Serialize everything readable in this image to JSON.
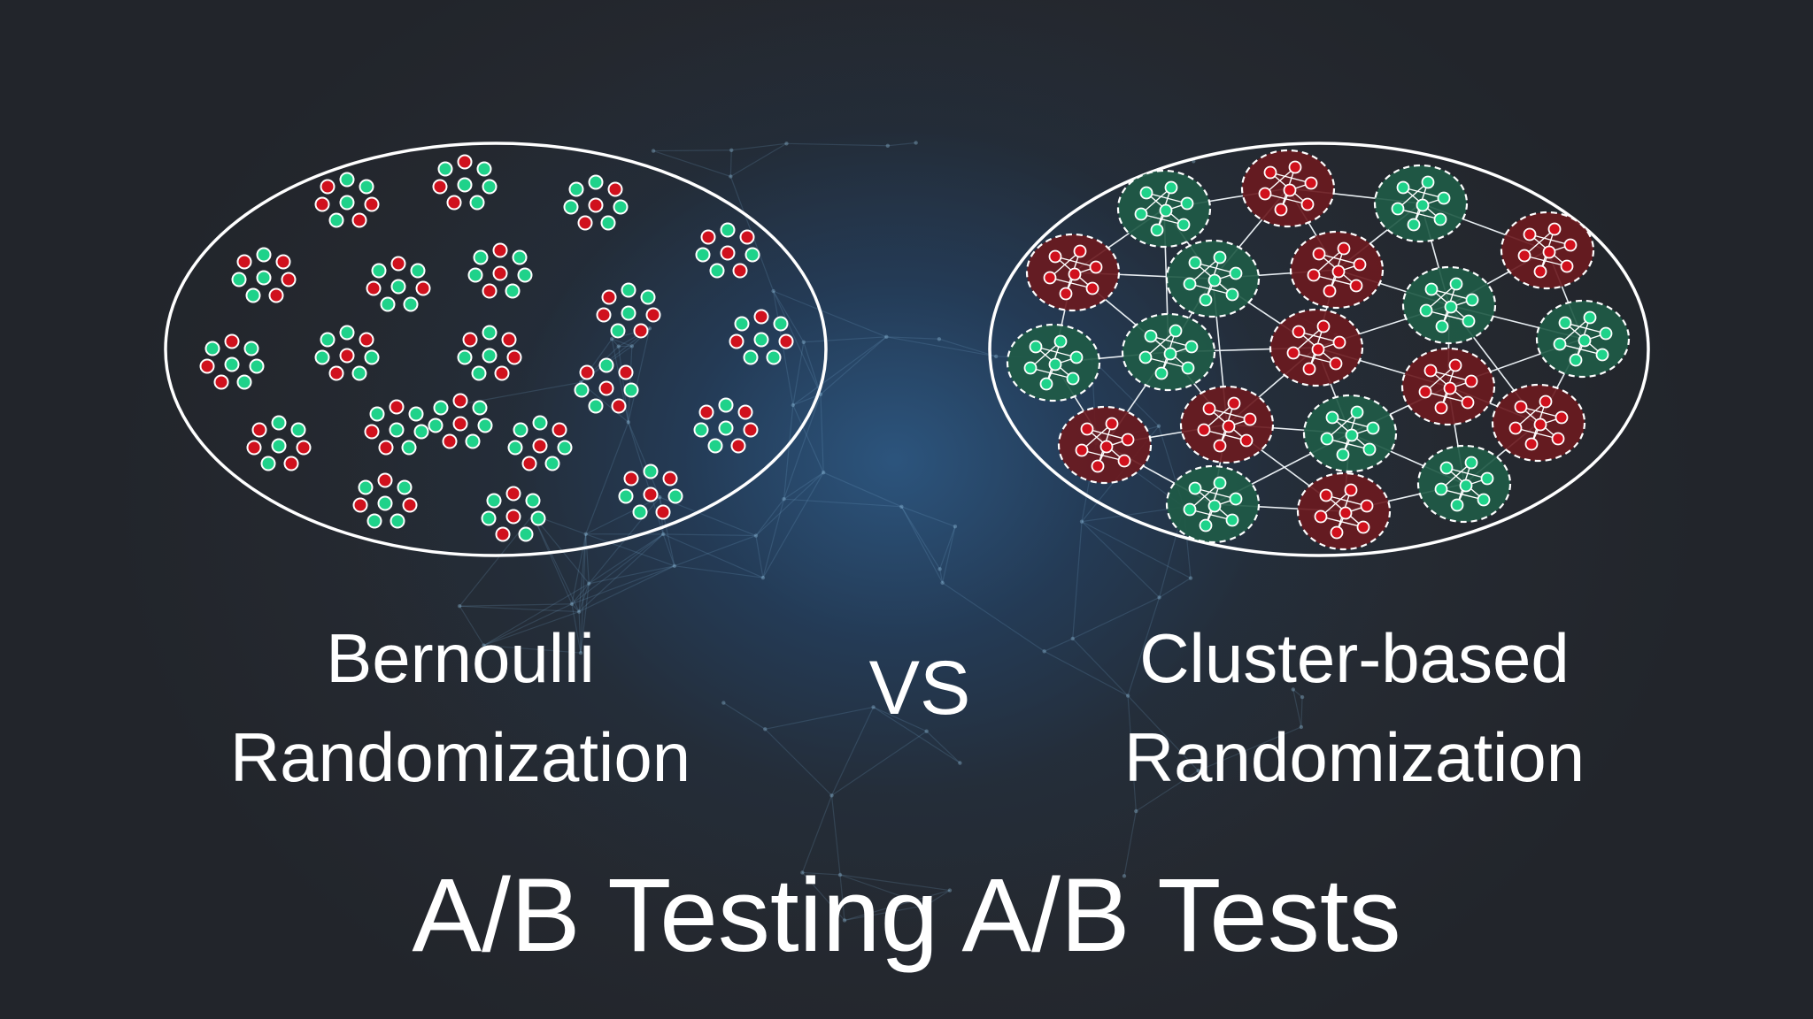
{
  "left_panel": {
    "caption_line1": "Bernoulli",
    "caption_line2": "Randomization",
    "method": "bernoulli"
  },
  "separator": {
    "text": "VS"
  },
  "right_panel": {
    "caption_line1": "Cluster-based",
    "caption_line2": "Randomization",
    "method": "cluster-based"
  },
  "title": "A/B Testing A/B Tests",
  "colors": {
    "treatment_green": "#1fd28a",
    "control_red": "#d0111d",
    "cluster_green_fill": "#1f5a47",
    "cluster_red_fill": "#6a1a1f",
    "outline": "#ffffff",
    "background": "#24272d"
  }
}
